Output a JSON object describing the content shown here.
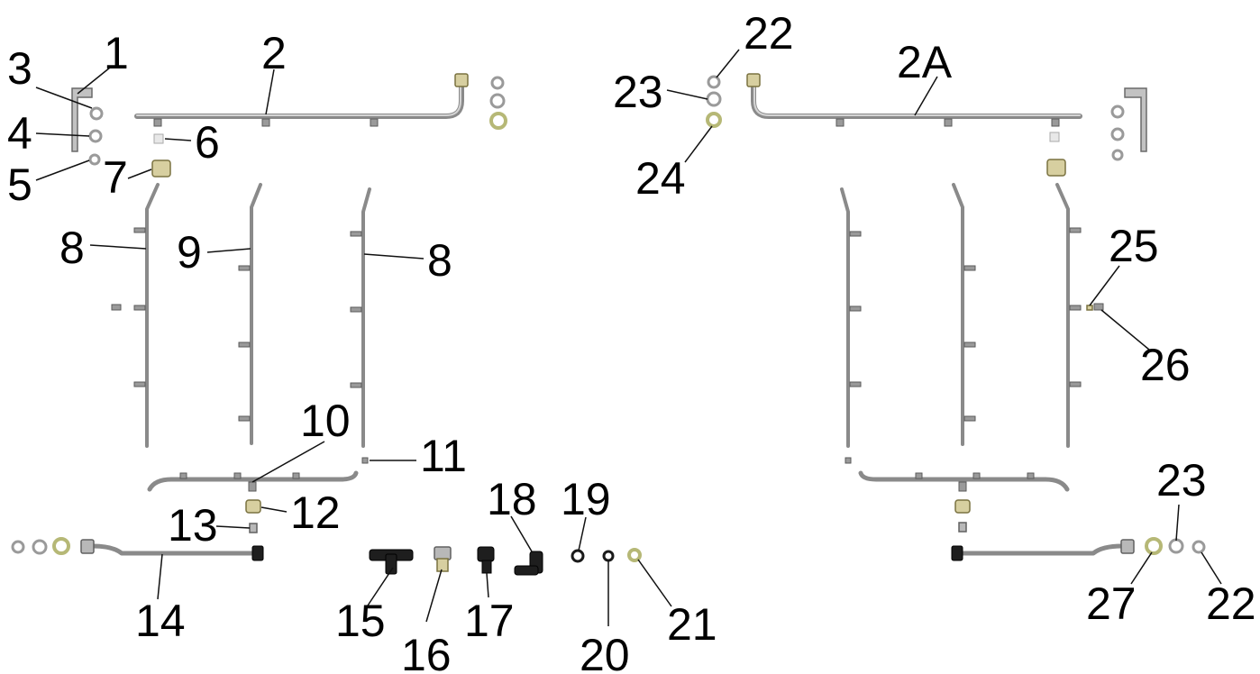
{
  "labels": {
    "p1": "1",
    "p2": "2",
    "p2a": "2A",
    "p3": "3",
    "p4": "4",
    "p5": "5",
    "p6": "6",
    "p7": "7",
    "p8a": "8",
    "p8b": "8",
    "p9": "9",
    "p10": "10",
    "p11": "11",
    "p12": "12",
    "p13": "13",
    "p14": "14",
    "p15": "15",
    "p16": "16",
    "p17": "17",
    "p18": "18",
    "p19": "19",
    "p20": "20",
    "p21": "21",
    "p22a": "22",
    "p22b": "22",
    "p23a": "23",
    "p23b": "23",
    "p24": "24",
    "p25": "25",
    "p26": "26",
    "p27": "27"
  }
}
